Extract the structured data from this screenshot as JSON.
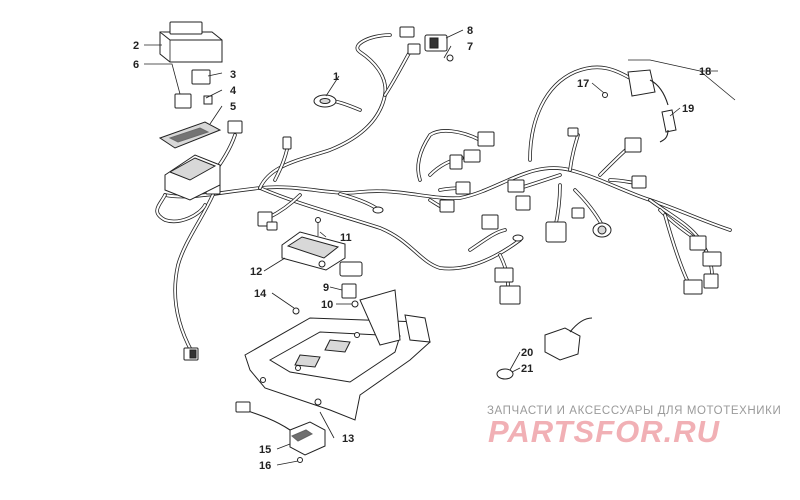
{
  "callouts": [
    "1",
    "2",
    "3",
    "4",
    "5",
    "6",
    "7",
    "8",
    "9",
    "10",
    "11",
    "12",
    "13",
    "14",
    "15",
    "16",
    "17",
    "18",
    "19",
    "20",
    "21"
  ],
  "watermark": {
    "caption": "ЗАПЧАСТИ И АКСЕССУАРЫ ДЛЯ МОТОТЕХНИКИ",
    "logo": "PARTSFOR.RU",
    "logo_color": "#f0a8ad",
    "caption_color": "#9a9a9a"
  }
}
